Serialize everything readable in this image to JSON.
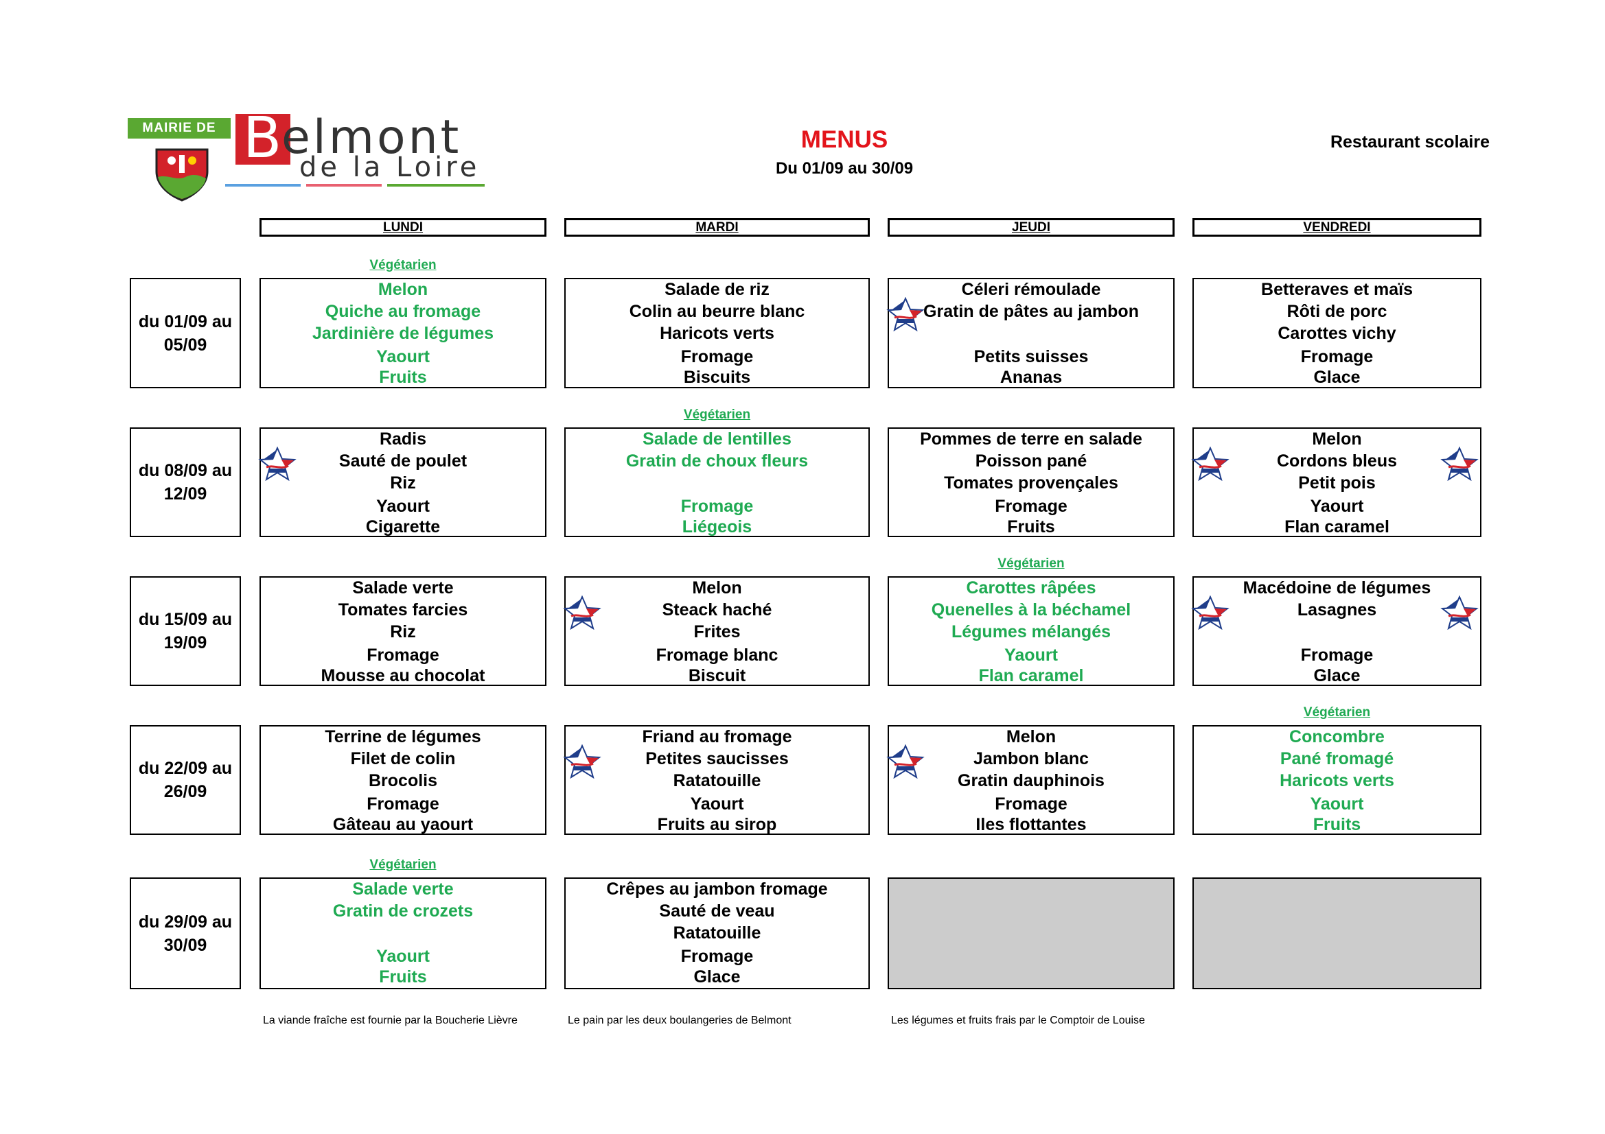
{
  "header": {
    "logo": {
      "tag": "MAIRIE DE",
      "letter": "B",
      "word1": "elmont",
      "word2": "de la Loire"
    },
    "title": "MENUS",
    "date_range": "Du 01/09 au 30/09",
    "restaurant": "Restaurant scolaire"
  },
  "days": [
    "LUNDI",
    "MARDI",
    "JEUDI",
    "VENDREDI"
  ],
  "veg_label": "Végétarien",
  "weeks": [
    {
      "label_line1": "du 01/09 au",
      "label_line2": "05/09",
      "cells": [
        {
          "vegetarian": true,
          "items": [
            "Melon",
            "Quiche au fromage",
            "Jardinière de légumes",
            "Yaourt",
            "Fruits"
          ]
        },
        {
          "vegetarian": false,
          "items": [
            "Salade de riz",
            "Colin au beurre blanc",
            "Haricots verts",
            "Fromage",
            "Biscuits"
          ]
        },
        {
          "vegetarian": false,
          "items": [
            "Céleri rémoulade",
            "Gratin de pâtes au jambon",
            "",
            "Petits suisses",
            "Ananas"
          ]
        },
        {
          "vegetarian": false,
          "items": [
            "Betteraves et maïs",
            "Rôti de porc",
            "Carottes vichy",
            "Fromage",
            "Glace"
          ]
        }
      ]
    },
    {
      "label_line1": "du 08/09 au",
      "label_line2": "12/09",
      "cells": [
        {
          "vegetarian": false,
          "items": [
            "Radis",
            "Sauté de poulet",
            "Riz",
            "Yaourt",
            "Cigarette"
          ]
        },
        {
          "vegetarian": true,
          "items": [
            "Salade de lentilles",
            "Gratin de choux fleurs",
            "",
            "Fromage",
            "Liégeois"
          ]
        },
        {
          "vegetarian": false,
          "items": [
            "Pommes de terre en salade",
            "Poisson pané",
            "Tomates provençales",
            "Fromage",
            "Fruits"
          ]
        },
        {
          "vegetarian": false,
          "items": [
            "Melon",
            "Cordons bleus",
            "Petit pois",
            "Yaourt",
            "Flan caramel"
          ]
        }
      ]
    },
    {
      "label_line1": "du 15/09 au",
      "label_line2": "19/09",
      "cells": [
        {
          "vegetarian": false,
          "items": [
            "Salade verte",
            "Tomates farcies",
            "Riz",
            "Fromage",
            "Mousse au chocolat"
          ]
        },
        {
          "vegetarian": false,
          "items": [
            "Melon",
            "Steack haché",
            "Frites",
            "Fromage blanc",
            "Biscuit"
          ]
        },
        {
          "vegetarian": true,
          "items": [
            "Carottes râpées",
            "Quenelles à la béchamel",
            "Légumes mélangés",
            "Yaourt",
            "Flan caramel"
          ]
        },
        {
          "vegetarian": false,
          "items": [
            "Macédoine de légumes",
            "Lasagnes",
            "",
            "Fromage",
            "Glace"
          ]
        }
      ]
    },
    {
      "label_line1": "du 22/09 au",
      "label_line2": "26/09",
      "cells": [
        {
          "vegetarian": false,
          "items": [
            "Terrine de légumes",
            "Filet de colin",
            "Brocolis",
            "Fromage",
            "Gâteau au yaourt"
          ]
        },
        {
          "vegetarian": false,
          "items": [
            "Friand au fromage",
            "Petites saucisses",
            "Ratatouille",
            "Yaourt",
            "Fruits au sirop"
          ]
        },
        {
          "vegetarian": false,
          "items": [
            "Melon",
            "Jambon blanc",
            "Gratin dauphinois",
            "Fromage",
            "Iles flottantes"
          ]
        },
        {
          "vegetarian": true,
          "items": [
            "Concombre",
            "Pané fromagé",
            "Haricots verts",
            "Yaourt",
            "Fruits"
          ]
        }
      ]
    },
    {
      "label_line1": "du 29/09 au",
      "label_line2": "30/09",
      "cells": [
        {
          "vegetarian": true,
          "items": [
            "Salade verte",
            "Gratin de crozets",
            "",
            "Yaourt",
            "Fruits"
          ]
        },
        {
          "vegetarian": false,
          "items": [
            "Crêpes au jambon fromage",
            "Sauté de veau",
            "Ratatouille",
            "Fromage",
            "Glace"
          ]
        },
        {
          "empty": true,
          "items": []
        },
        {
          "empty": true,
          "items": []
        }
      ]
    }
  ],
  "footer": [
    "La viande fraîche est fournie par la Boucherie Lièvre",
    "Le pain par les deux boulangeries de Belmont",
    "Les légumes et fruits frais par le Comptoir de Louise"
  ],
  "colors": {
    "accent_red": "#e3141b",
    "vegetarian_green": "#1faa52",
    "empty_cell": "#cccccc",
    "logo_green": "#5aa832"
  },
  "badge_icon": "french-origin-star-icon"
}
